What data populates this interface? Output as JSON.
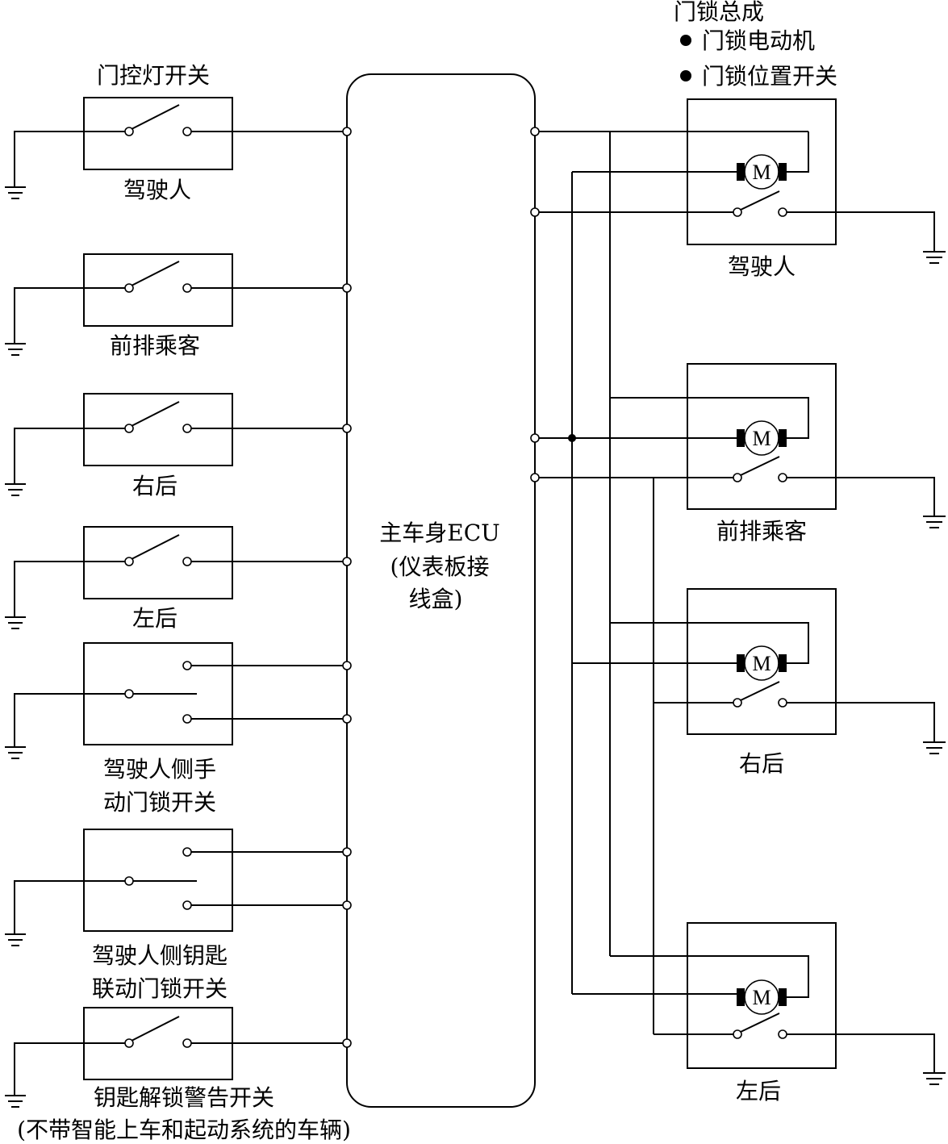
{
  "labels": {
    "dome_switch": "门控灯开关",
    "sw_driver": "驾驶人",
    "sw_front_passenger": "前排乘客",
    "sw_right_rear": "右后",
    "sw_left_rear": "左后",
    "manual_lock_1": "驾驶人侧手",
    "manual_lock_2": "动门锁开关",
    "key_lock_1": "驾驶人侧钥匙",
    "key_lock_2": "联动门锁开关",
    "key_warn_1": "钥匙解锁警告开关",
    "key_warn_2": "(不带智能上车和起动系统的车辆)",
    "ecu_1": "主车身ECU",
    "ecu_2": "(仪表板接",
    "ecu_3": "线盒)",
    "assembly_title": "门锁总成",
    "assembly_item_1": "门锁电动机",
    "assembly_item_2": "门锁位置开关",
    "lock_driver": "驾驶人",
    "lock_front_passenger": "前排乘客",
    "lock_right_rear": "右后",
    "lock_left_rear": "左后",
    "motor_symbol": "M"
  }
}
